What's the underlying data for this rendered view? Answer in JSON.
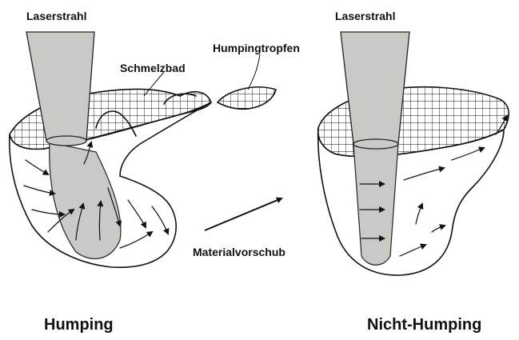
{
  "labels": {
    "left_laser": "Laserstrahl",
    "right_laser": "Laserstrahl",
    "melt_pool": "Schmelzbad",
    "humping_drop": "Humpingtropfen",
    "feed": "Materialvorschub",
    "left_caption": "Humping",
    "right_caption": "Nicht-Humping"
  }
}
